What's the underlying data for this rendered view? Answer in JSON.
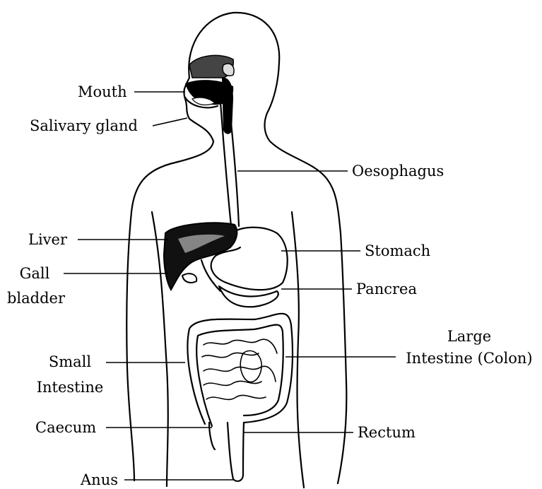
{
  "labels": {
    "mouth": "Mouth",
    "salivary_gland": "Salivary gland",
    "oesophagus": "Oesophagus",
    "liver": "Liver",
    "stomach": "Stomach",
    "gall_bladder_line1": "Gall",
    "gall_bladder_line2": "bladder",
    "pancrea": "Pancrea",
    "large_intestine_line1": "Large",
    "large_intestine_line2": "Intestine (Colon)",
    "small_intestine_line1": "Small",
    "small_intestine_line2": "Intestine",
    "caecum": "Caecum",
    "rectum": "Rectum",
    "anus": "Anus"
  }
}
